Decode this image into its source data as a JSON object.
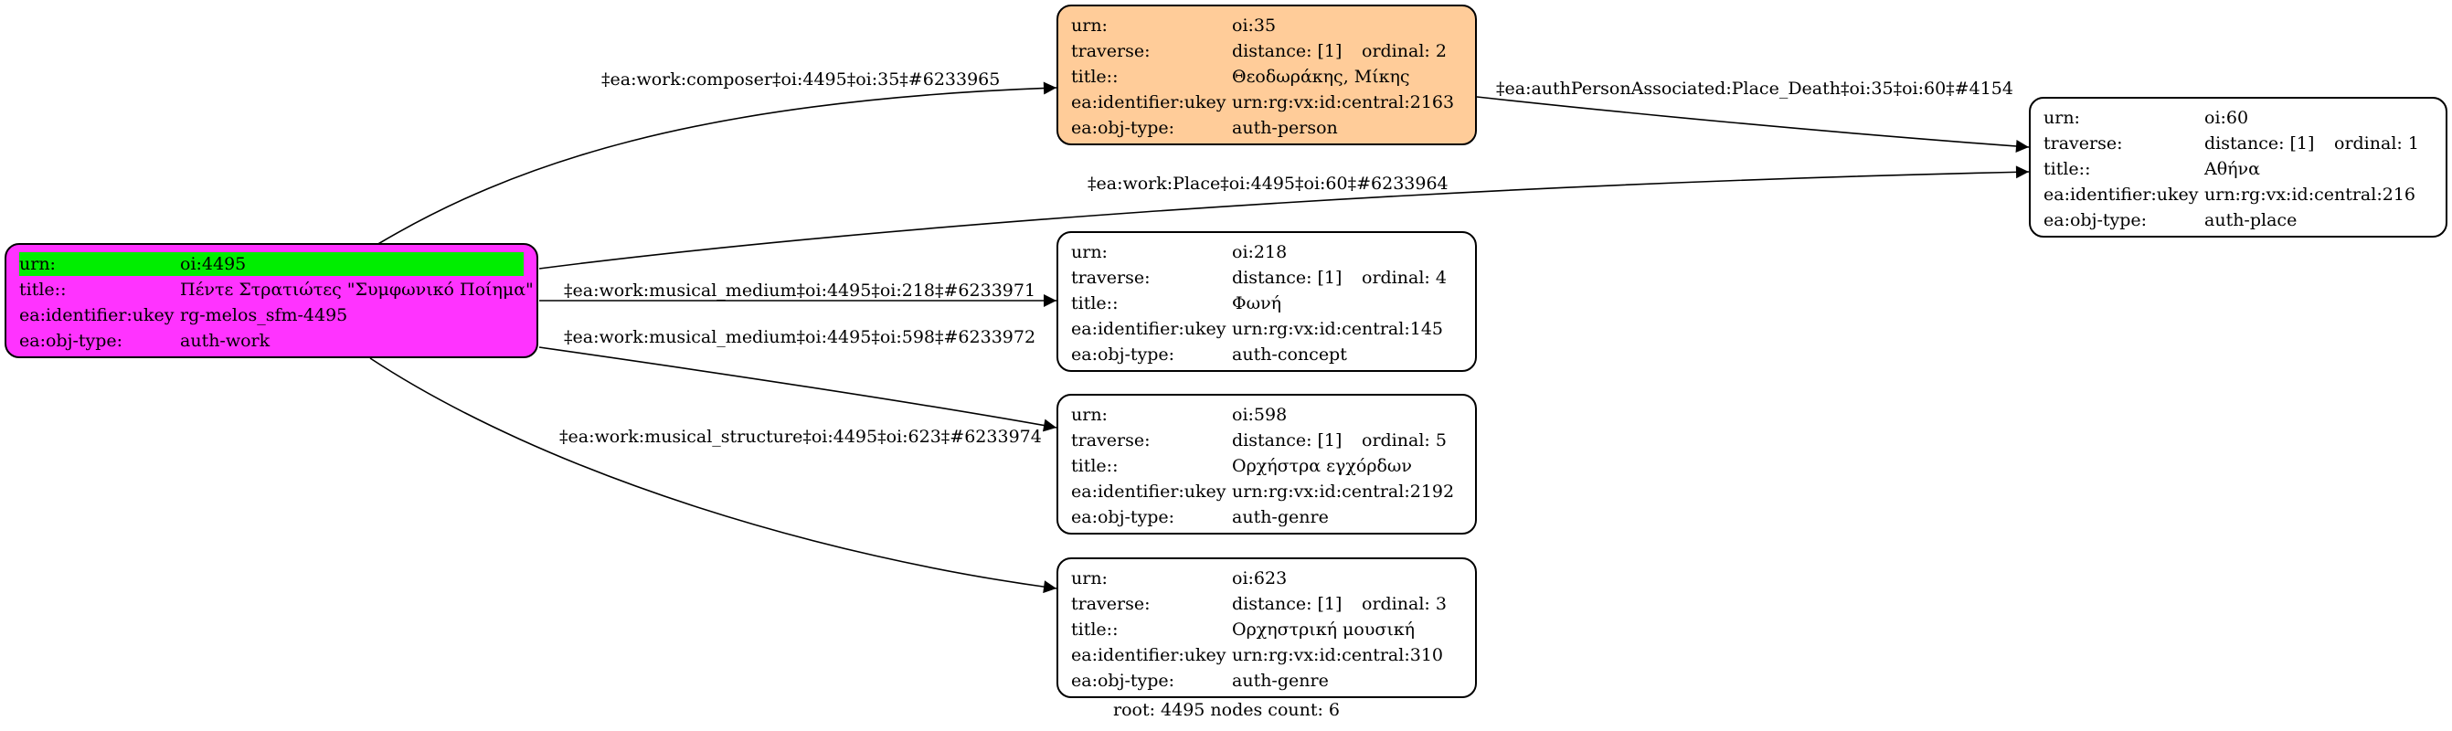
{
  "colors": {
    "root_fill": "#ff33ff",
    "root_highlight": "#00ee00",
    "person_fill": "#ffcc99",
    "default_fill": "#ffffff",
    "edge": "#000000"
  },
  "nodes": {
    "root": {
      "urn_key": "urn:",
      "urn": "oi:4495",
      "title_key": "title::",
      "title": "Πέντε Στρατιώτες \"Συμφωνικό Ποίημα\"",
      "ukey_key": "ea:identifier:ukey",
      "ukey": "rg-melos_sfm-4495",
      "type_key": "ea:obj-type:",
      "type": "auth-work"
    },
    "n35": {
      "urn_key": "urn:",
      "urn": "oi:35",
      "traverse_key": "traverse:",
      "distance": "distance: [1]",
      "ordinal": "ordinal: 2",
      "title_key": "title::",
      "title": "Θεοδωράκης, Μίκης",
      "ukey_key": "ea:identifier:ukey",
      "ukey": "urn:rg:vx:id:central:2163",
      "type_key": "ea:obj-type:",
      "type": "auth-person"
    },
    "n60": {
      "urn_key": "urn:",
      "urn": "oi:60",
      "traverse_key": "traverse:",
      "distance": "distance: [1]",
      "ordinal": "ordinal: 1",
      "title_key": "title::",
      "title": "Αθήνα",
      "ukey_key": "ea:identifier:ukey",
      "ukey": "urn:rg:vx:id:central:216",
      "type_key": "ea:obj-type:",
      "type": "auth-place"
    },
    "n218": {
      "urn_key": "urn:",
      "urn": "oi:218",
      "traverse_key": "traverse:",
      "distance": "distance: [1]",
      "ordinal": "ordinal: 4",
      "title_key": "title::",
      "title": "Φωνή",
      "ukey_key": "ea:identifier:ukey",
      "ukey": "urn:rg:vx:id:central:145",
      "type_key": "ea:obj-type:",
      "type": "auth-concept"
    },
    "n598": {
      "urn_key": "urn:",
      "urn": "oi:598",
      "traverse_key": "traverse:",
      "distance": "distance: [1]",
      "ordinal": "ordinal: 5",
      "title_key": "title::",
      "title": "Ορχήστρα εγχόρδων",
      "ukey_key": "ea:identifier:ukey",
      "ukey": "urn:rg:vx:id:central:2192",
      "type_key": "ea:obj-type:",
      "type": "auth-genre"
    },
    "n623": {
      "urn_key": "urn:",
      "urn": "oi:623",
      "traverse_key": "traverse:",
      "distance": "distance: [1]",
      "ordinal": "ordinal: 3",
      "title_key": "title::",
      "title": "Ορχηστρική μουσική",
      "ukey_key": "ea:identifier:ukey",
      "ukey": "urn:rg:vx:id:central:310",
      "type_key": "ea:obj-type:",
      "type": "auth-genre"
    }
  },
  "edges": {
    "composer": "‡ea:work:composer‡oi:4495‡oi:35‡#6233965",
    "place_death": "‡ea:authPersonAssociated:Place_Death‡oi:35‡oi:60‡#4154",
    "place": "‡ea:work:Place‡oi:4495‡oi:60‡#6233964",
    "medium_218": "‡ea:work:musical_medium‡oi:4495‡oi:218‡#6233971",
    "medium_598": "‡ea:work:musical_medium‡oi:4495‡oi:598‡#6233972",
    "structure_623": "‡ea:work:musical_structure‡oi:4495‡oi:623‡#6233974"
  },
  "footer": "root: 4495 nodes count: 6"
}
